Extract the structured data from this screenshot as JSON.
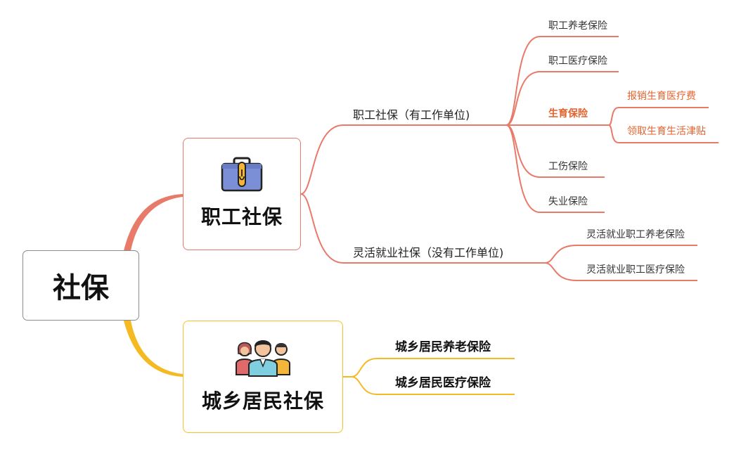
{
  "root": {
    "label": "社保"
  },
  "employee": {
    "label": "职工社保",
    "icon": "briefcase-icon",
    "with_employer": {
      "label": "职工社保（有工作单位)",
      "items": [
        "职工养老保险",
        "职工医疗保险",
        "生育保险",
        "工伤保险",
        "失业保险"
      ],
      "maternity_children": [
        "报销生育医疗费",
        "领取生育生活津贴"
      ]
    },
    "flexible": {
      "label": "灵活就业社保（没有工作单位)",
      "items": [
        "灵活就业职工养老保险",
        "灵活就业职工医疗保险"
      ]
    }
  },
  "resident": {
    "label": "城乡居民社保",
    "icon": "people-group-icon",
    "items": [
      "城乡居民养老保险",
      "城乡居民医疗保险"
    ]
  },
  "colors": {
    "employee_branch": "#e87a69",
    "resident_branch": "#f5b921",
    "highlight_text": "#e4622d",
    "root_border": "#8b8b8b"
  }
}
